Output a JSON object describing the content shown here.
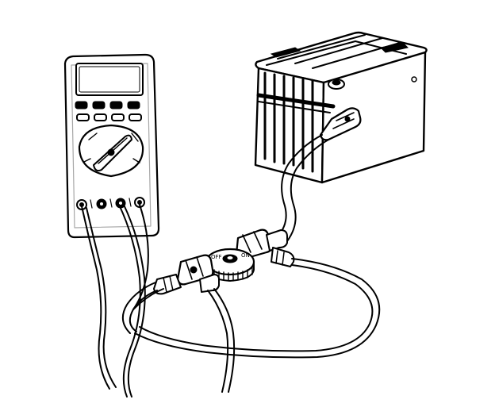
{
  "illustration": {
    "multimeter": {
      "display_value": "",
      "lead_count": 2
    },
    "battery": {
      "cell_count": 6
    },
    "switch": {
      "markings": [
        "OFF",
        "ON"
      ]
    },
    "colors": {
      "ink": "#000000",
      "paper": "#ffffff"
    }
  }
}
